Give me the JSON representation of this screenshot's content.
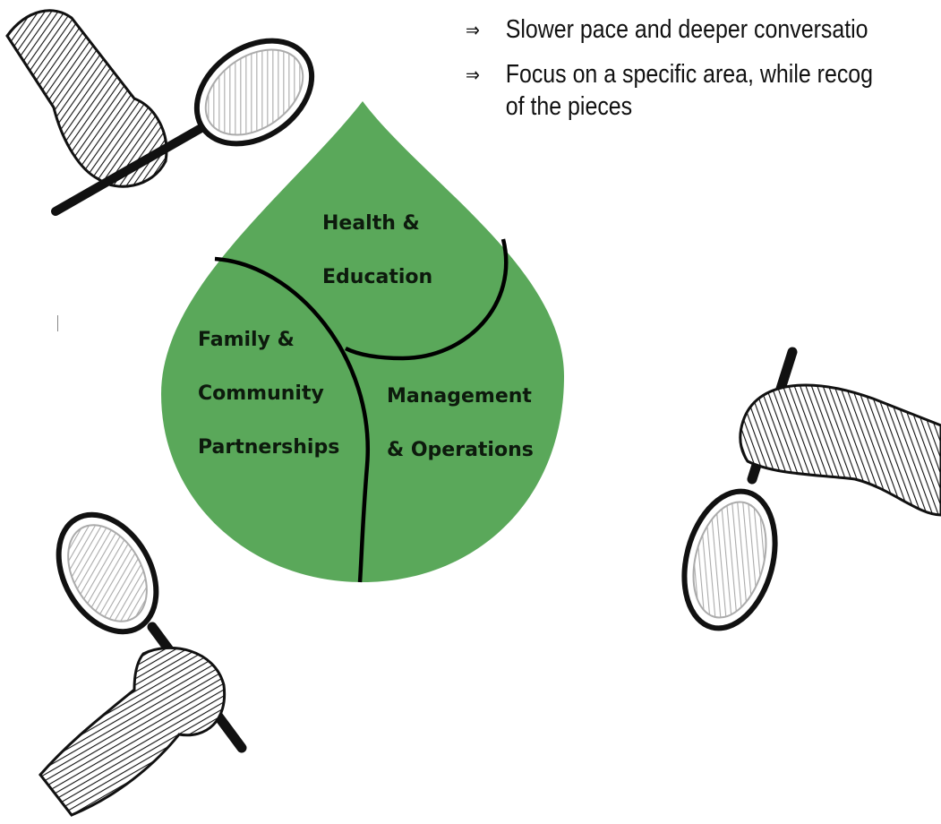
{
  "bullets": {
    "arrow_glyph": "⇒",
    "item1": "Slower pace and deeper conversatio",
    "item2_line1": "Focus on a specific area, while recog",
    "item2_line2": "of the pieces"
  },
  "diagram": {
    "fill_color": "#5aa85a",
    "line_color": "#000000",
    "health_line1": "Health &",
    "health_line2": "Education",
    "family_line1": "Family &",
    "family_line2": "Community",
    "family_line3": "Partnerships",
    "mgmt_line1": "Management",
    "mgmt_line2": "& Operations"
  },
  "icons": [
    "hand-magnifier-icon",
    "hand-magnifier-icon",
    "hand-magnifier-icon"
  ]
}
